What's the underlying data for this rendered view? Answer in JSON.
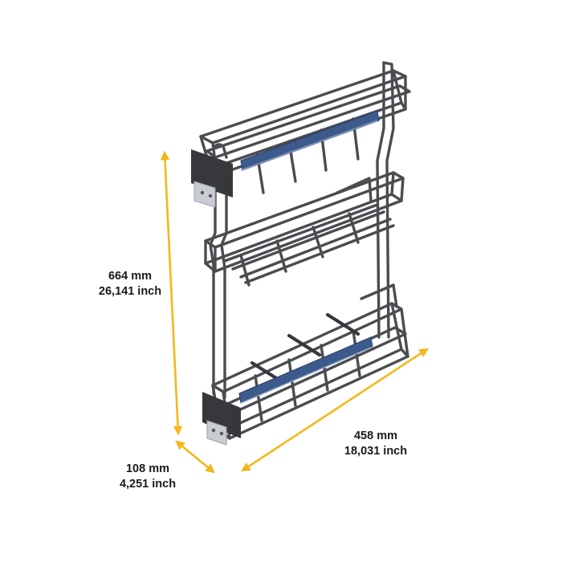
{
  "colors": {
    "dimension_arrow": "#f2b81c",
    "wire": "#4a4c50",
    "wire_dark": "#36383b",
    "slide_blue": "#3d5a8c",
    "bracket": "#c9ccd2",
    "label_text": "#1a1a1a"
  },
  "icons": [
    "double-headed-arrow-icon"
  ],
  "dimensions": {
    "height": {
      "mm": "664 mm",
      "inch": "26,141 inch"
    },
    "depth": {
      "mm": "108 mm",
      "inch": "4,251 inch"
    },
    "width": {
      "mm": "458 mm",
      "inch": "18,031 inch"
    }
  }
}
